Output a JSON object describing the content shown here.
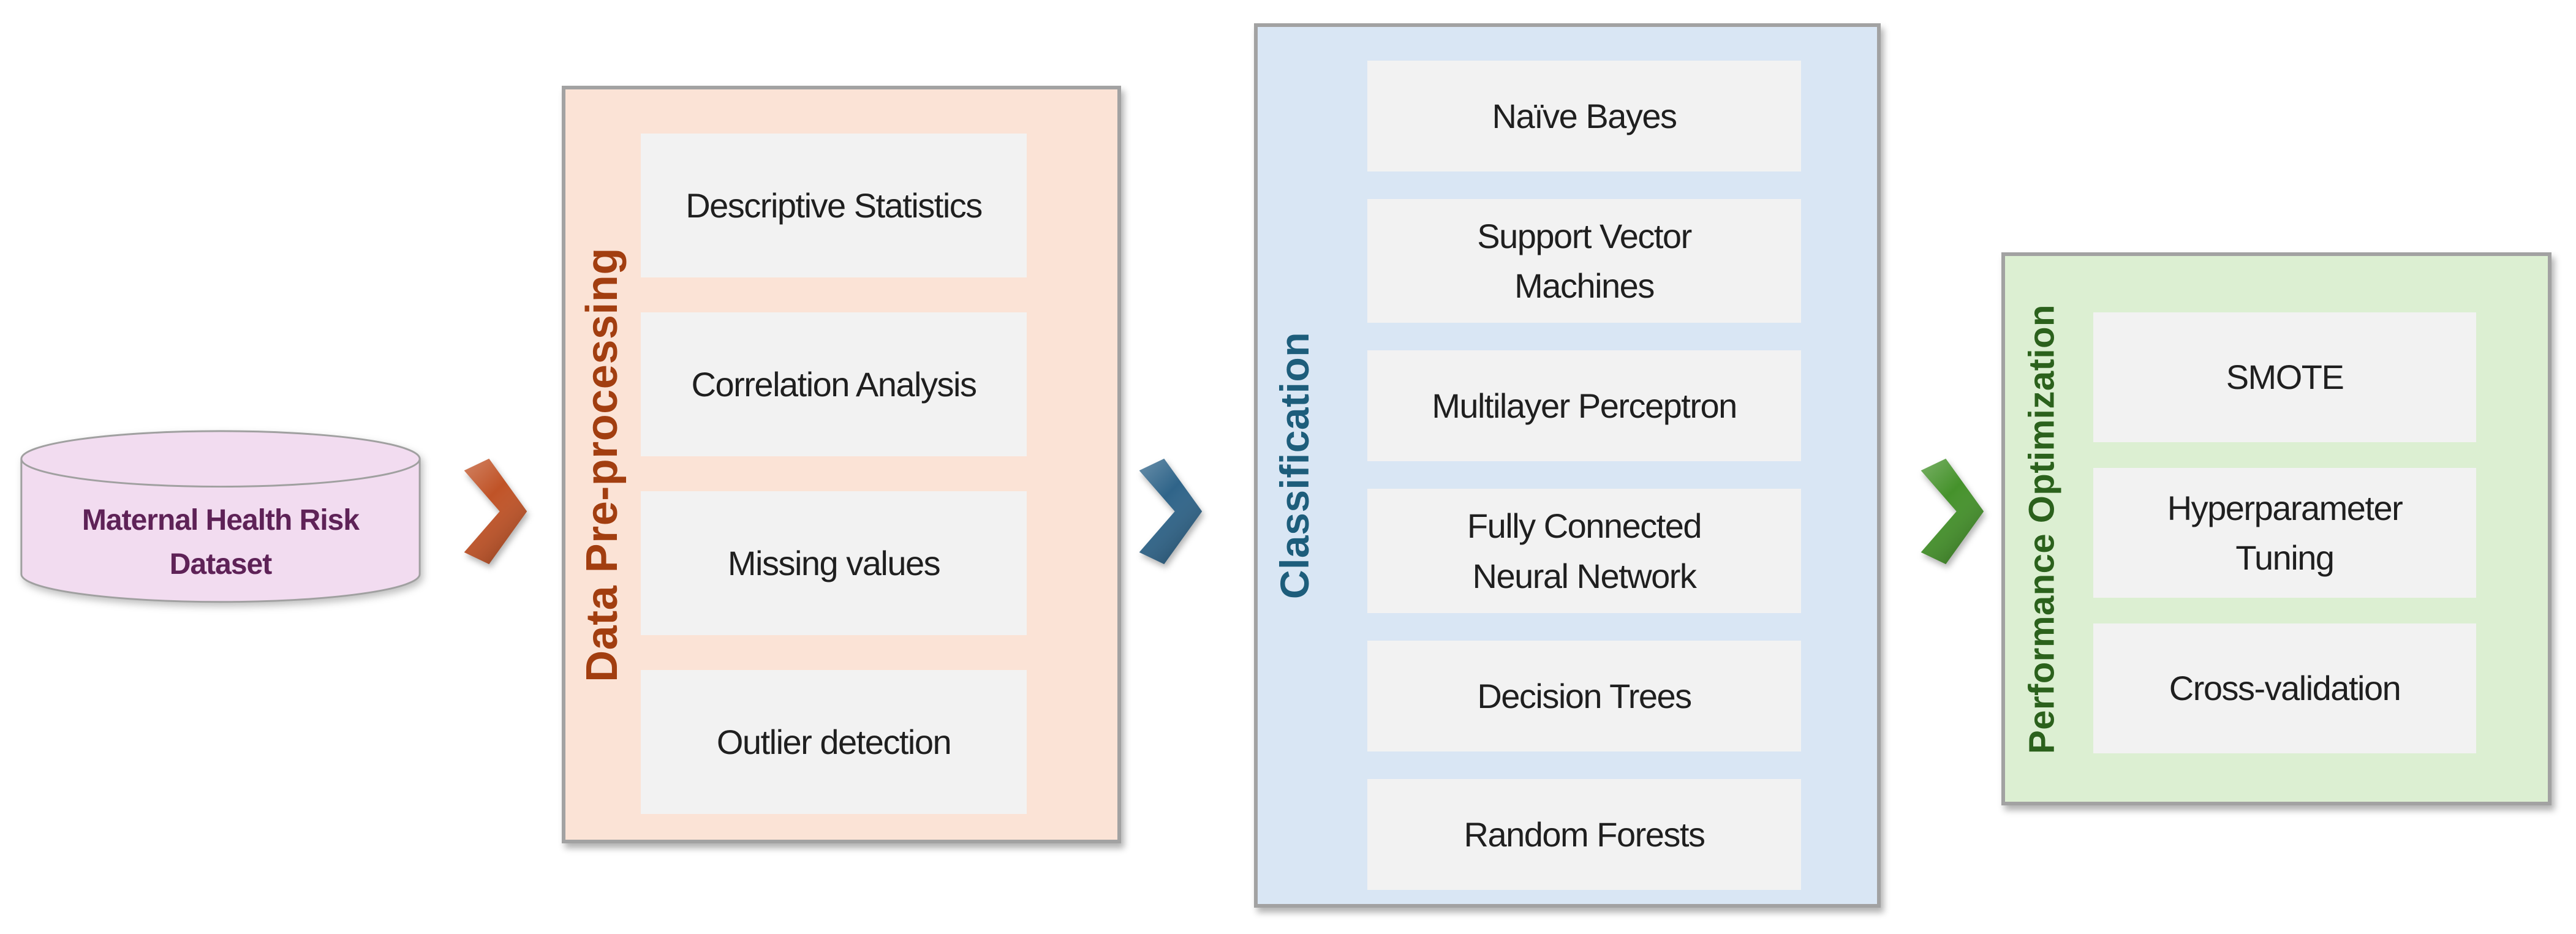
{
  "diagram": {
    "background": "#FFFFFF",
    "panel_border_color": "#A2A2A2",
    "item_bg": "#F2F2F2",
    "item_text_color": "#1F1F1F",
    "dataset": {
      "label": "Maternal Health Risk\nDataset",
      "shape": "database-cylinder",
      "fill": "#F2DCF0",
      "stroke": "#A0A0A0",
      "text_color": "#5E2257"
    },
    "arrows": [
      {
        "name": "dataset-to-preprocessing",
        "color": "#C05327",
        "shine_from": "#D56A30",
        "shine_to": "#AC4A1C"
      },
      {
        "name": "preprocessing-to-classification",
        "color": "#2F6489",
        "shine_from": "#3A749E",
        "shine_to": "#27536F"
      },
      {
        "name": "classification-to-optimization",
        "color": "#45922B",
        "shine_from": "#57A937",
        "shine_to": "#37791B"
      }
    ],
    "stages": [
      {
        "title": "Data Pre-processing",
        "title_color": "#A23E10",
        "bg": "#FBE3D6",
        "items": [
          "Descriptive Statistics",
          "Correlation Analysis",
          "Missing values",
          "Outlier detection"
        ]
      },
      {
        "title": "Classification",
        "title_color": "#1D5D7B",
        "bg": "#D9E6F4",
        "items": [
          "Naïve Bayes",
          "Support Vector\nMachines",
          "Multilayer Perceptron",
          "Fully Connected\nNeural Network",
          "Decision Trees",
          "Random Forests"
        ]
      },
      {
        "title": "Performance Optimization",
        "title_color": "#2B611C",
        "bg": "#DCEFD2",
        "items": [
          "SMOTE",
          "Hyperparameter\nTuning",
          "Cross-validation"
        ]
      }
    ]
  }
}
